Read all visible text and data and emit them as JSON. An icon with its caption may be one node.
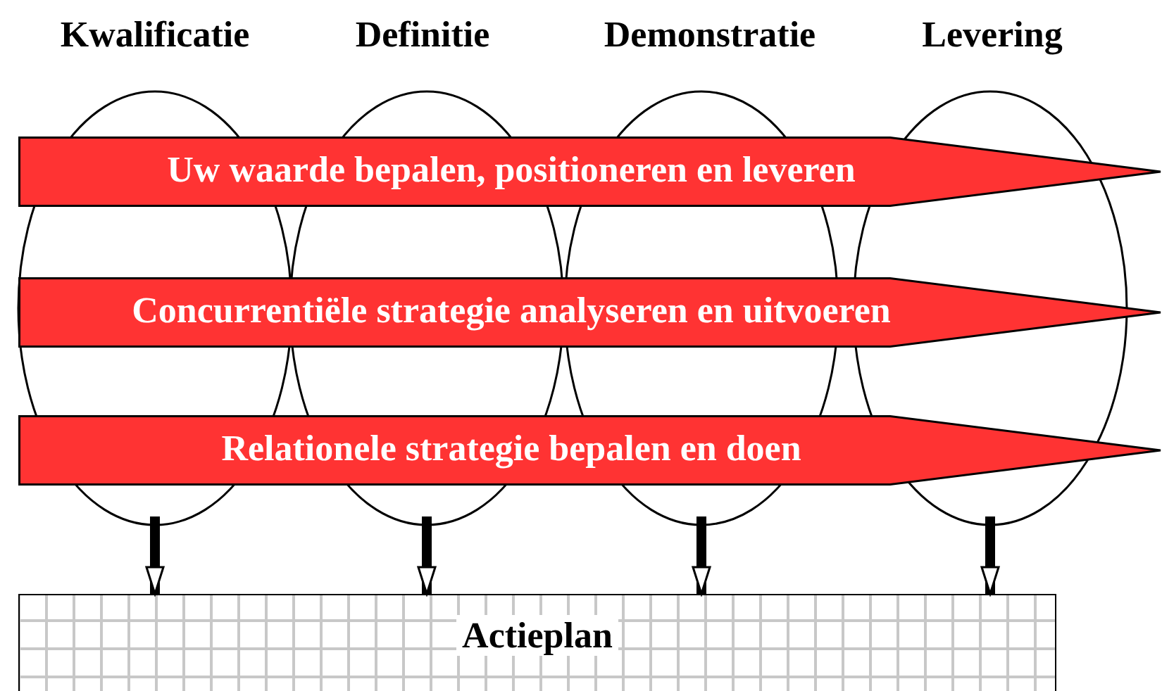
{
  "diagram": {
    "nodes": [
      {
        "text": [
          "Kwalificatie"
        ]
      },
      {
        "text": [
          "Definitie"
        ]
      },
      {
        "text": [
          "Demonstratie"
        ]
      },
      {
        "text": [
          "Levering"
        ]
      },
      {
        "text": [
          "Uw waarde bepalen, positioneren en leveren"
        ]
      },
      {
        "text": [
          "Concurrentiële strategie analyseren en uitvoeren"
        ]
      },
      {
        "text": [
          "Relationele strategie bepalen en doen"
        ]
      },
      {
        "text": [
          "Actieplan"
        ]
      }
    ],
    "edges": [
      {
        "from": 0,
        "to": 7,
        "arrow": "to"
      },
      {
        "from": 1,
        "to": 7,
        "arrow": "to"
      },
      {
        "from": 2,
        "to": 7,
        "arrow": "to"
      },
      {
        "from": 3,
        "to": 7,
        "arrow": "to"
      }
    ]
  }
}
